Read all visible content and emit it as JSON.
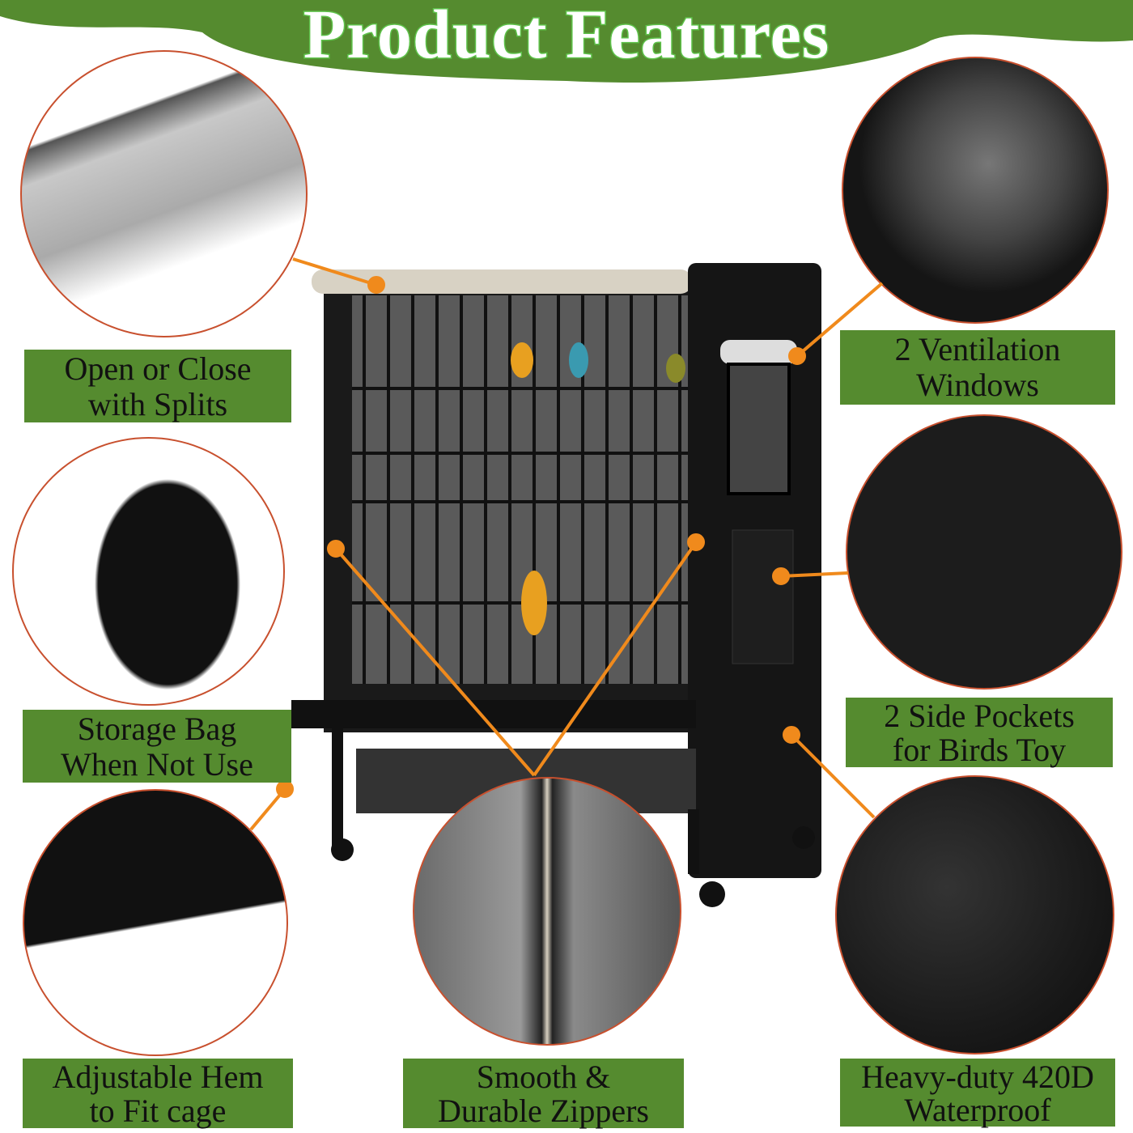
{
  "header": {
    "title": "Product Features"
  },
  "colors": {
    "banner_green": "#558b2f",
    "title_outline": "#5ec24a",
    "connector_orange": "#f08a1c",
    "circle_border": "#c8502e"
  },
  "features": [
    {
      "line1": "Open or Close",
      "line2": "with Splits"
    },
    {
      "line1": "Storage Bag",
      "line2": "When Not Use"
    },
    {
      "line1": "Adjustable Hem",
      "line2": "to Fit cage"
    },
    {
      "line1": "Smooth &",
      "line2": "Durable Zippers"
    },
    {
      "line1": "2 Ventilation",
      "line2": "Windows"
    },
    {
      "line1": "2 Side Pockets",
      "line2": "for Birds Toy"
    },
    {
      "line1": "Heavy-duty 420D",
      "line2": "Waterproof"
    }
  ]
}
